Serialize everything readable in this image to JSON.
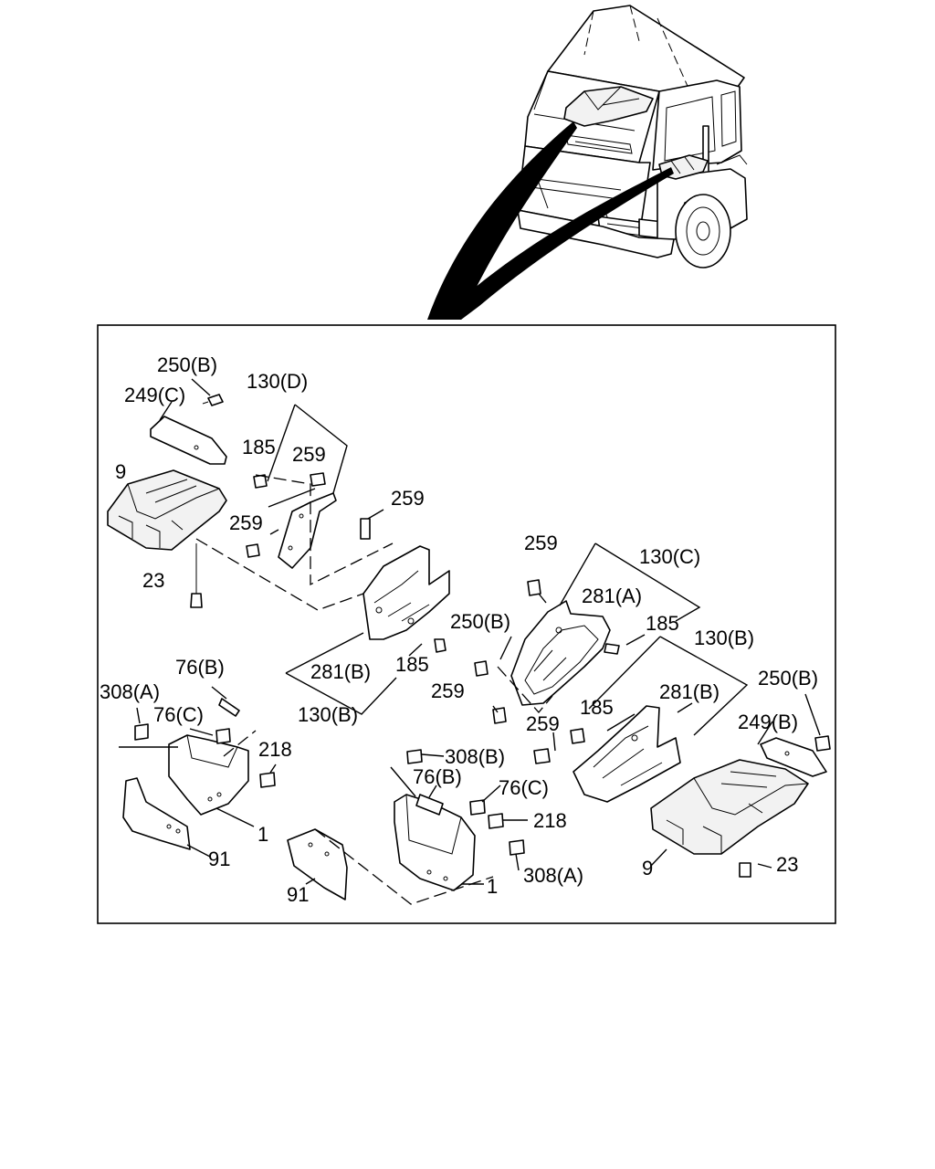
{
  "diagram": {
    "callouts": [
      {
        "id": "c250b_l",
        "text": "250(B)"
      },
      {
        "id": "c249c",
        "text": "249(C)"
      },
      {
        "id": "c130d",
        "text": "130(D)"
      },
      {
        "id": "c185_tl",
        "text": "185"
      },
      {
        "id": "c259_a",
        "text": "259"
      },
      {
        "id": "c259_b",
        "text": "259"
      },
      {
        "id": "c259_c",
        "text": "259"
      },
      {
        "id": "c9_l",
        "text": "9"
      },
      {
        "id": "c23_l",
        "text": "23"
      },
      {
        "id": "c281b_l",
        "text": "281(B)"
      },
      {
        "id": "c185_ml",
        "text": "185"
      },
      {
        "id": "c130b_l",
        "text": "130(B)"
      },
      {
        "id": "c76b_l",
        "text": "76(B)"
      },
      {
        "id": "c308a_l",
        "text": "308(A)"
      },
      {
        "id": "c76c_l",
        "text": "76(C)"
      },
      {
        "id": "c218_l",
        "text": "218"
      },
      {
        "id": "c1_l",
        "text": "1"
      },
      {
        "id": "c91_l",
        "text": "91"
      },
      {
        "id": "c259_d",
        "text": "259"
      },
      {
        "id": "c130c",
        "text": "130(C)"
      },
      {
        "id": "c281a",
        "text": "281(A)"
      },
      {
        "id": "c250b_m",
        "text": "250(B)"
      },
      {
        "id": "c185_mr",
        "text": "185"
      },
      {
        "id": "c130b_r",
        "text": "130(B)"
      },
      {
        "id": "c259_e",
        "text": "259"
      },
      {
        "id": "c281b_r",
        "text": "281(B)"
      },
      {
        "id": "c185_r",
        "text": "185"
      },
      {
        "id": "c259_f",
        "text": "259"
      },
      {
        "id": "c250b_r",
        "text": "250(B)"
      },
      {
        "id": "c249b",
        "text": "249(B)"
      },
      {
        "id": "c308b",
        "text": "308(B)"
      },
      {
        "id": "c76b_m",
        "text": "76(B)"
      },
      {
        "id": "c76c_m",
        "text": "76(C)"
      },
      {
        "id": "c218_m",
        "text": "218"
      },
      {
        "id": "c308a_m",
        "text": "308(A)"
      },
      {
        "id": "c1_m",
        "text": "1"
      },
      {
        "id": "c91_m",
        "text": "91"
      },
      {
        "id": "c9_r",
        "text": "9"
      },
      {
        "id": "c23_r",
        "text": "23"
      }
    ]
  }
}
